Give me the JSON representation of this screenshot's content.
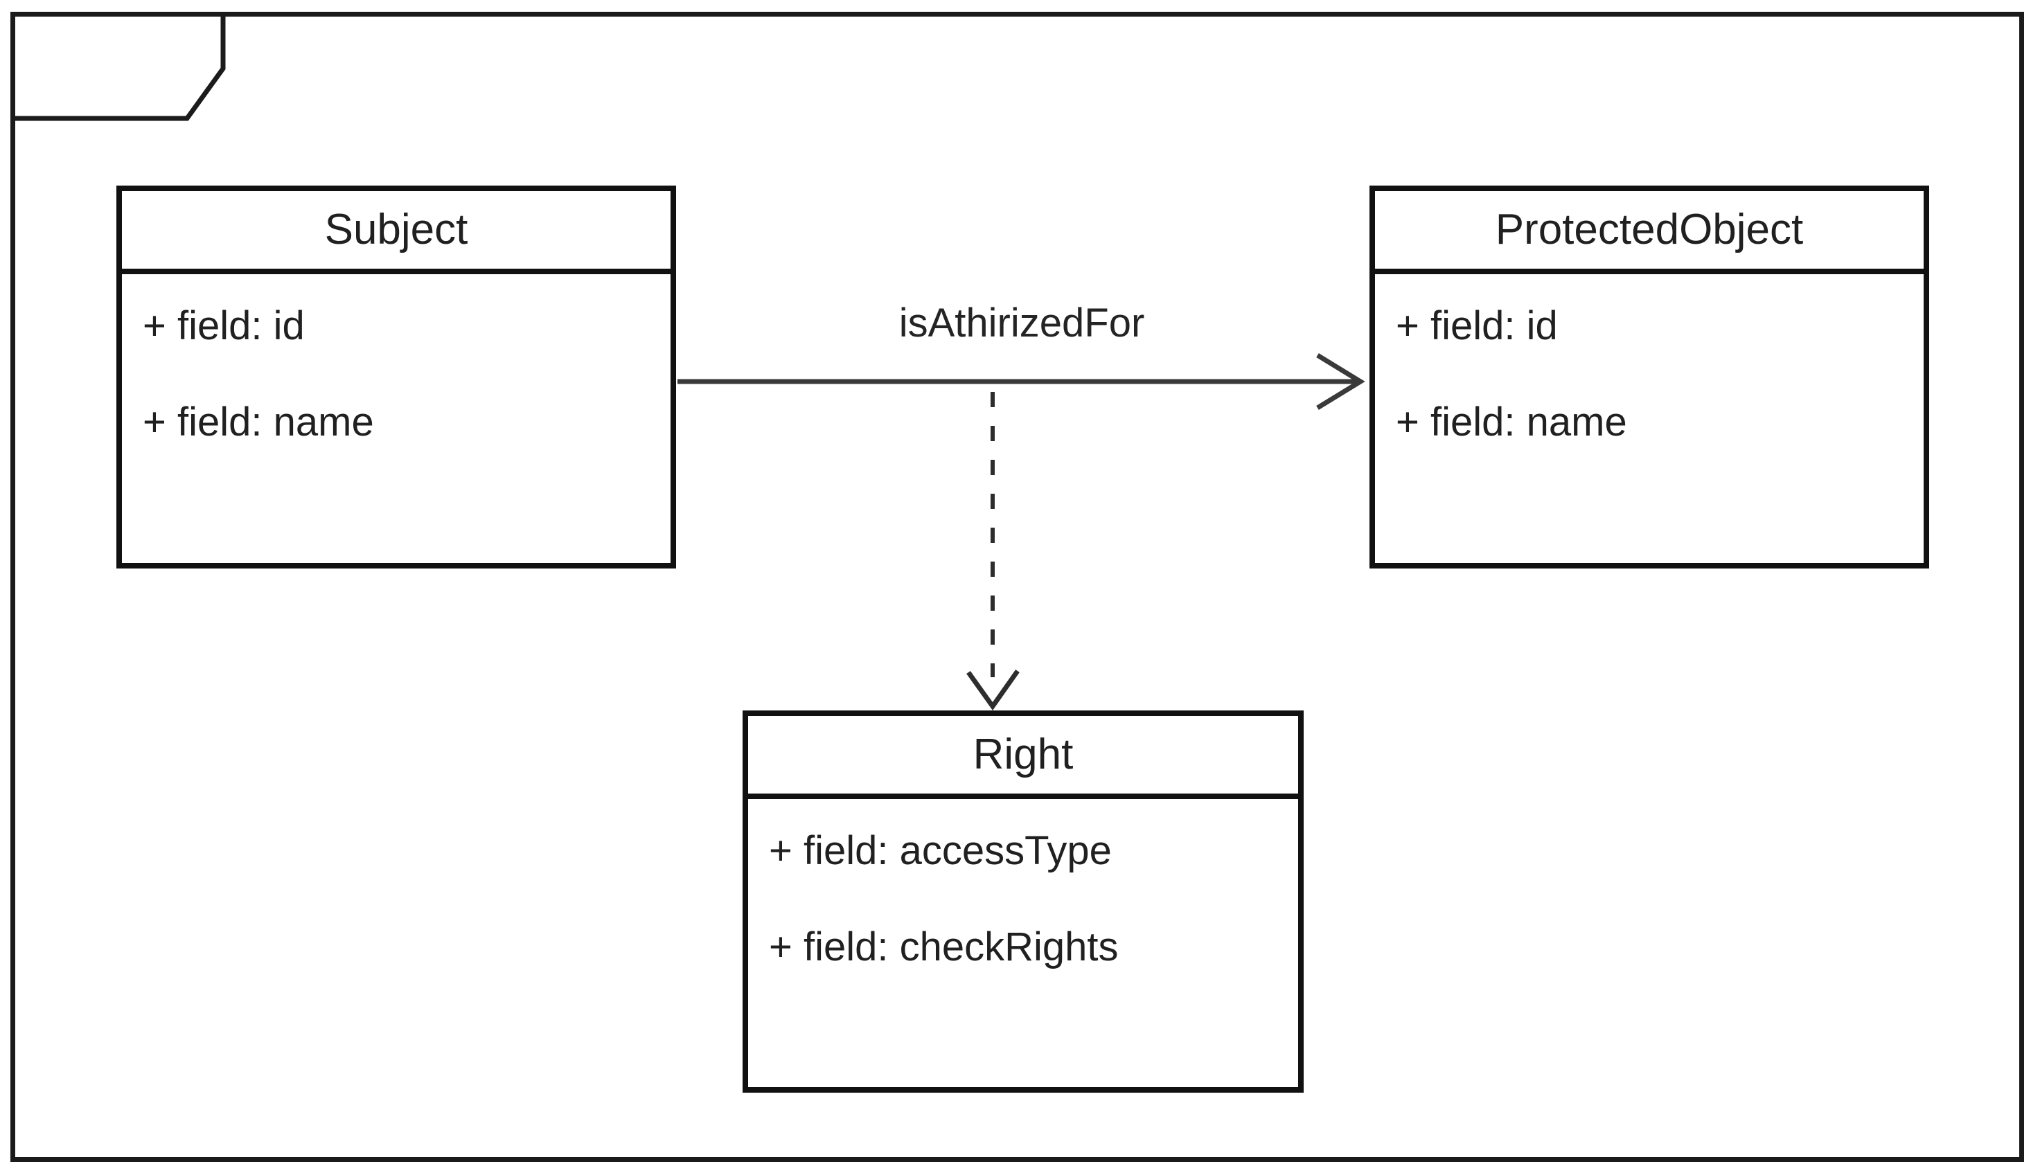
{
  "diagram": {
    "kind": "UML class diagram",
    "package_frame": {
      "tab_label": ""
    },
    "classes": [
      {
        "title": "Subject",
        "fields": [
          "+ field: id",
          "+ field: name"
        ]
      },
      {
        "title": "ProtectedObject",
        "fields": [
          "+ field: id",
          "+ field: name"
        ]
      },
      {
        "title": "Right",
        "fields": [
          "+ field: accessType",
          "+ field: checkRights"
        ]
      }
    ],
    "relations": [
      {
        "type": "directed-association",
        "from": "Subject",
        "to": "ProtectedObject",
        "label": "isAthirizedFor",
        "line": "solid",
        "arrowhead": "open"
      },
      {
        "type": "dependency",
        "from": "Subject-ProtectedObject association",
        "to": "Right",
        "label": "",
        "line": "dashed",
        "arrowhead": "open"
      }
    ],
    "colors": {
      "line": "#2d2d2d",
      "box_border": "#111111",
      "text": "#202020",
      "background": "#ffffff"
    }
  }
}
